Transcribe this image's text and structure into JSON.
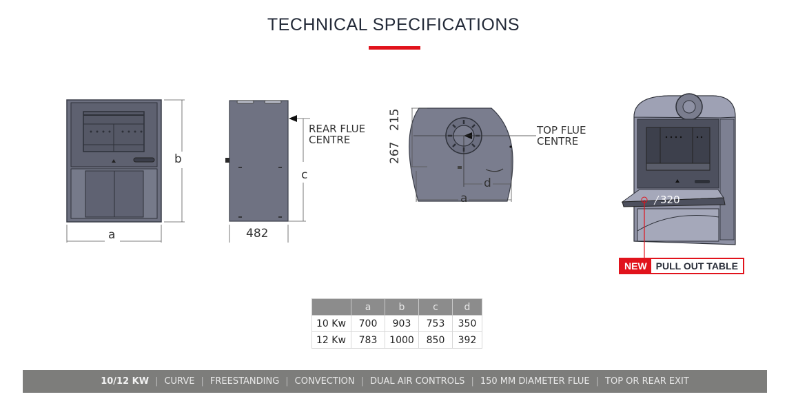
{
  "header": {
    "title": "TECHNICAL SPECIFICATIONS",
    "accent_color": "#e1131c"
  },
  "drawings": {
    "front_view": {
      "width_label": "a",
      "height_label": "b"
    },
    "side_view": {
      "depth_label": "482",
      "height_label": "c",
      "callout_line1": "REAR FLUE",
      "callout_line2": "CENTRE"
    },
    "top_view": {
      "dim_top": "215",
      "dim_bottom": "267",
      "offset_label": "d",
      "width_label": "a",
      "callout_line1": "TOP FLUE",
      "callout_line2": "CENTRE"
    },
    "product_render": {
      "table_label": "320",
      "badge_new": "NEW",
      "badge_text": "PULL OUT TABLE"
    }
  },
  "spec_table": {
    "headers": [
      "",
      "a",
      "b",
      "c",
      "d"
    ],
    "rows": [
      [
        "10 Kw",
        "700",
        "903",
        "753",
        "350"
      ],
      [
        "12 Kw",
        "783",
        "1000",
        "850",
        "392"
      ]
    ]
  },
  "footer": {
    "features": [
      "10/12 KW",
      "CURVE",
      "FREESTANDING",
      "CONVECTION",
      "DUAL AIR CONTROLS",
      "150 MM DIAMETER FLUE",
      "TOP OR REAR EXIT"
    ],
    "background": "#7d7d7b"
  }
}
